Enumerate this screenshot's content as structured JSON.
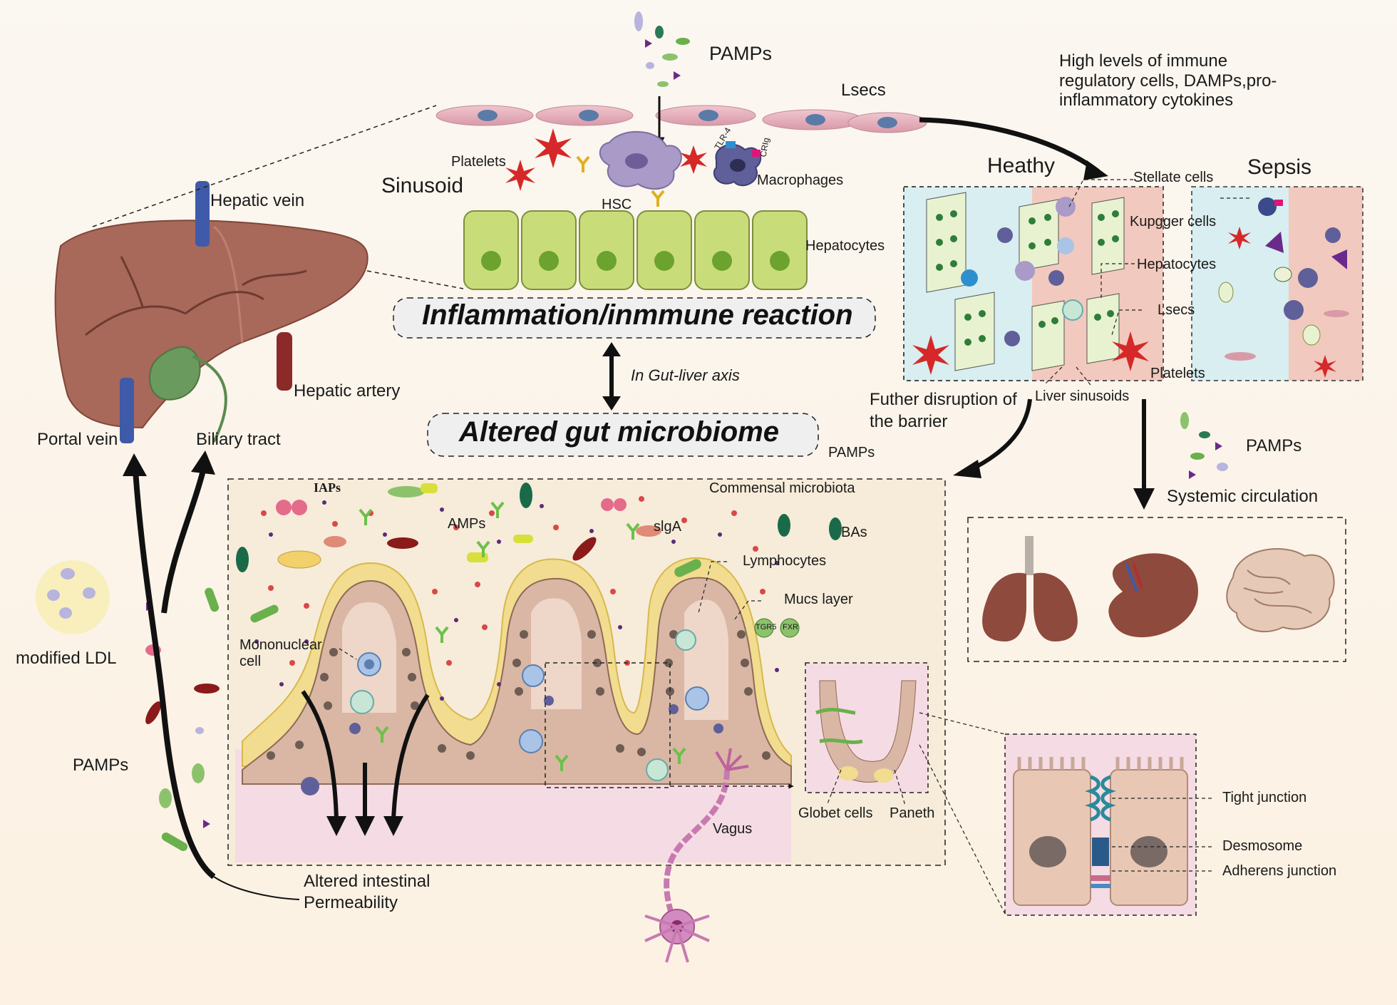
{
  "labels": {
    "pamps_top": "PAMPs",
    "lsecs_top": "Lsecs",
    "high_levels": "High levels of immune regulatory cells, DAMPs,pro-inflammatory cytokines",
    "platelets_top": "Platelets",
    "sinusoid": "Sinusoid",
    "hsc": "HSC",
    "macrophages": "Macrophages",
    "tlr4": "TLR-4",
    "crig": "CRIg",
    "hepatocytes_top": "Hepatocytes",
    "hepatic_vein": "Hepatic vein",
    "hepatic_artery": "Hepatic artery",
    "portal_vein": "Portal vein",
    "biliary_tract": "Biliary tract",
    "inflammation": "Inflammation/inmmune reaction",
    "in_gut_liver": "In Gut-liver axis",
    "altered_gut": "Altered gut microbiome",
    "pamps_mid": "PAMPs",
    "healthy": "Heathy",
    "sepsis": "Sepsis",
    "stellate": "Stellate cells",
    "kupffer": "Kupgger cells",
    "hepatocytes_panel": "Hepatocytes",
    "lsecs_panel": "Lsecs",
    "platelets_panel": "Platelets",
    "liver_sinusoids": "Liver sinusoids",
    "further_disruption": "Futher disruption of the barrier",
    "pamps_right": "PAMPs",
    "systemic": "Systemic circulation",
    "iaps": "IAPs",
    "commensal": "Commensal microbiota",
    "amps": "AMPs",
    "siga": "slgA",
    "bas": "BAs",
    "lymphocytes": "Lymphocytes",
    "mucs": "Mucs layer",
    "tgr5": "TGR5",
    "fxr": "FXR",
    "mononuclear": "Mononuclear cell",
    "modified_ldl": "modified LDL",
    "pamps_left": "PAMPs",
    "goblet": "Globet cells",
    "paneth": "Paneth",
    "vagus": "Vagus",
    "altered_permeability": "Altered intestinal Permeability",
    "tight_junction": "Tight junction",
    "desmosome": "Desmosome",
    "adherens": "Adherens junction"
  },
  "colors": {
    "liver": "#9e5b4a",
    "hepatocyte": "#c9dc7a",
    "healthy_panel": "#d8eef0",
    "sepsis_panel": "#f2c9be",
    "villus": "#d9b7a4",
    "mucus": "#f2dc8f",
    "lamina": "#f5dbe3",
    "platelet": "#d62828",
    "macrophage": "#6a6fa6",
    "arrow": "#111111"
  }
}
